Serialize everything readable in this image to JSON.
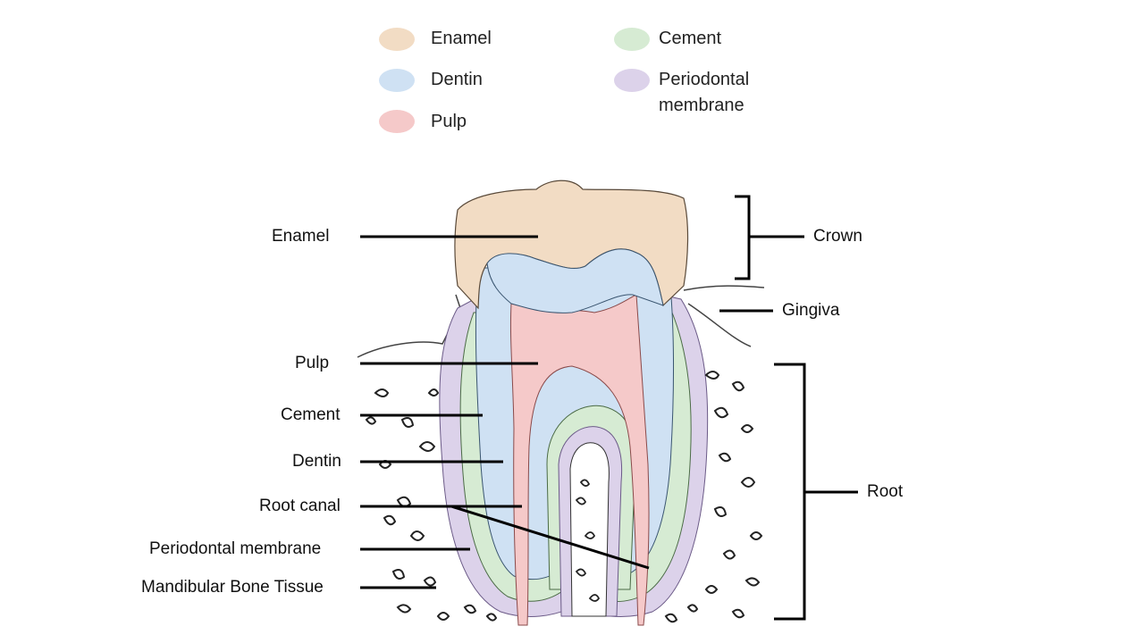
{
  "legend": {
    "items": [
      {
        "label": "Enamel",
        "color": "#f2dcc4"
      },
      {
        "label": "Dentin",
        "color": "#cfe1f3"
      },
      {
        "label": "Pulp",
        "color": "#f5c9c9"
      },
      {
        "label": "Cement",
        "color": "#d6ebd3"
      },
      {
        "label": "Periodontal membrane",
        "line1": "Periodontal",
        "line2": "membrane",
        "color": "#dcd2ea"
      }
    ]
  },
  "labels": {
    "enamel": "Enamel",
    "pulp": "Pulp",
    "cement": "Cement",
    "dentin": "Dentin",
    "root_canal": "Root canal",
    "periodontal_membrane": "Periodontal membrane",
    "mandibular_bone": "Mandibular Bone Tissue",
    "crown": "Crown",
    "gingiva": "Gingiva",
    "root": "Root"
  },
  "colors": {
    "enamel": "#f2dcc4",
    "dentin": "#cfe1f3",
    "pulp": "#f5c9c9",
    "cement": "#d6ebd3",
    "membrane": "#dcd2ea",
    "line": "#000000"
  }
}
